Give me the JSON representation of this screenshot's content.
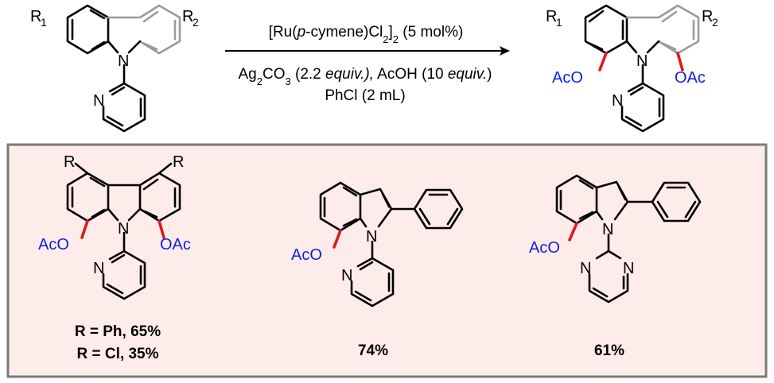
{
  "reaction": {
    "catalyst": "[Ru(p-cymene)Cl2]2 (5 mol%)",
    "catalyst_parts": [
      "[Ru(",
      "p",
      "-cymene)Cl",
      "2",
      "]",
      "2",
      " (5 mol%)"
    ],
    "reagents": "Ag2CO3 (2.2 equiv.), AcOH (10 equiv.)",
    "reagents_parts": [
      "Ag",
      "2",
      "CO",
      "3",
      " (2.2 ",
      "equiv.),",
      " AcOH (10 ",
      "equiv.",
      ")"
    ],
    "solvent": "PhCl (2 mL)"
  },
  "labels": {
    "r1": "R",
    "r1_sub": "1",
    "r2": "R",
    "r2_sub": "2",
    "n": "N",
    "aco": "AcO",
    "oac": "OAc",
    "r": "R"
  },
  "examples": [
    {
      "yield_lines": [
        "R = Ph, 65%",
        "R = Cl, 35%"
      ]
    },
    {
      "yield_lines": [
        "74%"
      ]
    },
    {
      "yield_lines": [
        "61%"
      ]
    }
  ],
  "colors": {
    "new_bond": "#e0191c",
    "acetoxy_label": "#0b22e0",
    "panel_background": "#fdecea",
    "panel_border": "#7a7a7a",
    "unreactive_ring": "#9a9a9a"
  }
}
